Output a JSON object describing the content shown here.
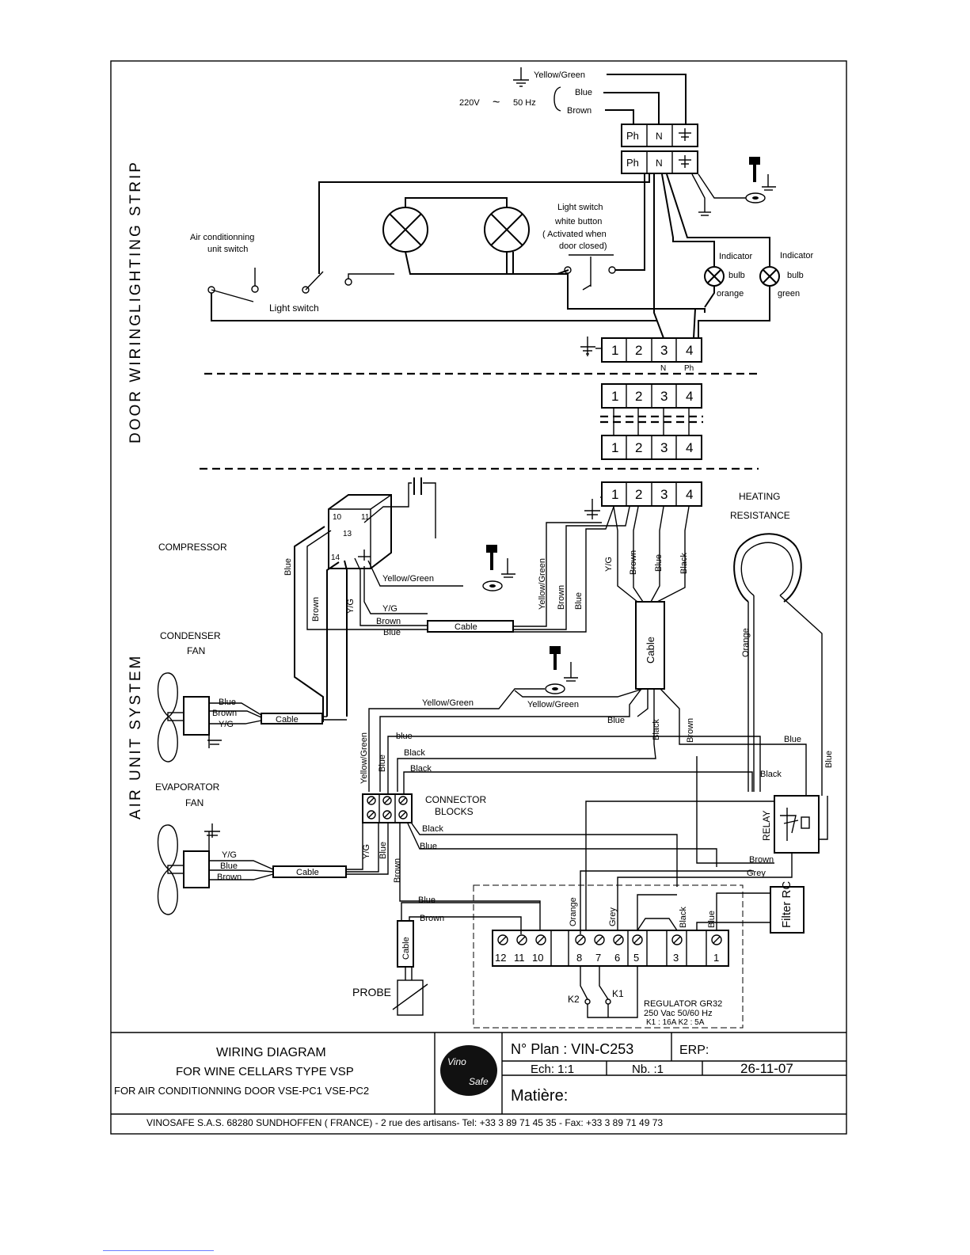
{
  "sections": {
    "lighting": "LIGHTING   STRIP",
    "door": "DOOR   WIRING",
    "air": "AIR UNIT SYSTEM"
  },
  "supply": {
    "voltage": "220V",
    "freq": "50 Hz",
    "yellow_green": "Yellow/Green",
    "blue": "Blue",
    "brown": "Brown"
  },
  "terminals": {
    "ph": "Ph",
    "n": "N"
  },
  "lighting": {
    "ac_switch": [
      "Air conditionning",
      "unit switch"
    ],
    "light_switch": "Light switch",
    "white_button": [
      "Light switch",
      "white button",
      "( Activated when",
      "door closed)"
    ],
    "indicator_left": [
      "Indicator",
      "bulb",
      "orange"
    ],
    "indicator_right": [
      "Indicator",
      "bulb",
      "green"
    ]
  },
  "blocks": {
    "numbers": [
      "1",
      "2",
      "3",
      "4"
    ],
    "n_label": "N",
    "ph_label": "Ph"
  },
  "air": {
    "compressor": "COMPRESSOR",
    "comp_terms": [
      "10",
      "11",
      "13",
      "14"
    ],
    "condenser": [
      "CONDENSER",
      "FAN"
    ],
    "evaporator": [
      "EVAPORATOR",
      "FAN"
    ],
    "heating": [
      "HEATING",
      "RESISTANCE"
    ],
    "connector": [
      "CONNECTOR",
      "BLOCKS"
    ],
    "relay": "RELAY",
    "filter": "Filter RC",
    "probe": "PROBE",
    "cable": "Cable",
    "yellow_green": "Yellow/Green",
    "yg": "Y/G",
    "blue": "Blue",
    "blue_lc": "blue",
    "brown": "Brown",
    "black": "Black",
    "orange": "Orange",
    "grey": "Grey",
    "k1": "K1",
    "k2": "K2",
    "regulator": [
      "REGULATOR GR32",
      "250 Vac    50/60 Hz",
      "K1 : 16A      K2 : 5A"
    ],
    "reg_terms": [
      "12",
      "11",
      "10",
      "8",
      "7",
      "6",
      "5",
      "3",
      "1"
    ]
  },
  "title_block": {
    "title_lines": [
      "WIRING DIAGRAM",
      "FOR WINE CELLARS TYPE VSP",
      "FOR AIR CONDITIONNING DOOR VSE-PC1 VSE-PC2"
    ],
    "logo": [
      "Vino",
      "Safe"
    ],
    "plan": "N° Plan :   VIN-C253",
    "erp": "ERP:",
    "ech": "Ech: 1:1",
    "nb": "Nb. :1",
    "date": "26-11-07",
    "matiere": "Matière:",
    "footer": "VINOSAFE S.A.S. 68280 SUNDHOFFEN  ( FRANCE)   - 2 rue des artisans- Tel: +33 3 89 71 45 35 - Fax: +33 3 89 71 49 73"
  }
}
